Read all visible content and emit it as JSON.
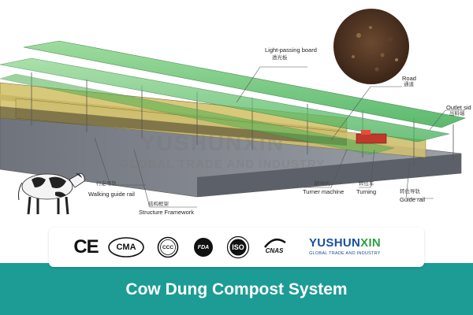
{
  "diagram": {
    "labels": {
      "light_board_en": "Light-passing board",
      "light_board_cn": "透光板",
      "road_en": "Road",
      "road_cn": "通道",
      "outlet_en": "Outlet sid",
      "outlet_cn": "出料端",
      "walking_rail_cn": "行走导轨",
      "walking_rail_en": "Walking guide rail",
      "structure_cn": "结构框架",
      "structure_en": "Structure Framework",
      "turner_cn": "翻堆机",
      "turner_en": "Turner machine",
      "turning_cn": "转位车",
      "turning_en": "Turning",
      "guide_rail_cn": "转位导轨",
      "guide_rail_en": "Guide rail"
    },
    "watermark": {
      "line1": "YUSHUNXIN",
      "line2": "GLOBAL TRADE AND INDUSTRY"
    }
  },
  "certifications": [
    {
      "icon": "ce-mark-icon",
      "text": "CE"
    },
    {
      "icon": "cma-mark-icon",
      "text": "CMA"
    },
    {
      "icon": "ccc-mark-icon",
      "text": "CCC"
    },
    {
      "icon": "fda-mark-icon",
      "text": "FDA"
    },
    {
      "icon": "iso-mark-icon",
      "text": "ISO"
    },
    {
      "icon": "cnas-mark-icon",
      "text": "CNAS"
    }
  ],
  "brand": {
    "name_part1": "YUSHUN",
    "name_part2": "XIN",
    "tagline": "GLOBAL TRADE AND INDUSTRY",
    "color_blue": "#1b4fa0",
    "color_green": "#2c9f45"
  },
  "caption": "Cow Dung Compost System",
  "colors": {
    "band": "#1c9c94",
    "roof": "#5bbf62",
    "wall": "#d8c97a",
    "floor": "#8a8e96"
  }
}
